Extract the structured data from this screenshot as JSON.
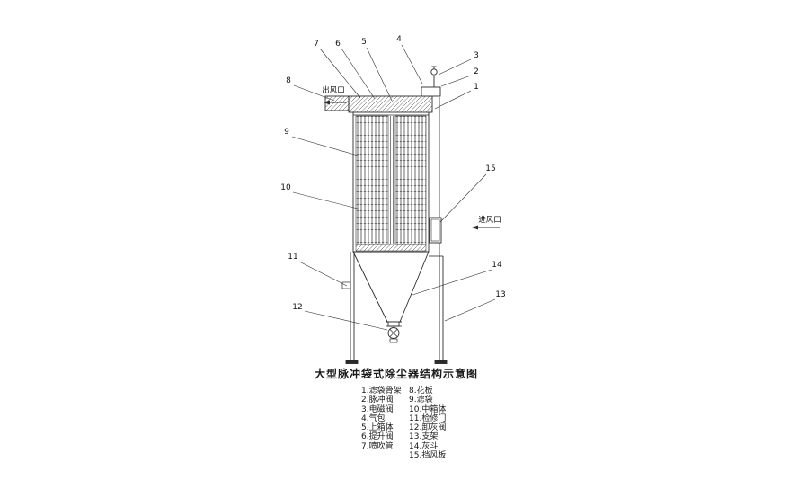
{
  "title": "大型脉冲袋式除尘器结构示意图",
  "labels": {
    "outlet": "出风口",
    "inlet": "进风口"
  },
  "callouts": [
    "1",
    "2",
    "3",
    "4",
    "5",
    "6",
    "7",
    "8",
    "9",
    "10",
    "11",
    "12",
    "13",
    "14",
    "15"
  ],
  "legend": {
    "left": [
      "1.滤袋骨架",
      "2.脉冲阀",
      "3.电磁阀",
      "4.气包",
      "5.上箱体",
      "6.提升阀",
      "7.喷吹管"
    ],
    "right": [
      "8.花板",
      "9.滤袋",
      "10.中箱体",
      "11.检修门",
      "12.卸灰阀",
      "13.支架",
      "14.灰斗",
      "15.挡风板"
    ]
  },
  "colors": {
    "line": "#2b2b2b",
    "background": "#ffffff"
  }
}
